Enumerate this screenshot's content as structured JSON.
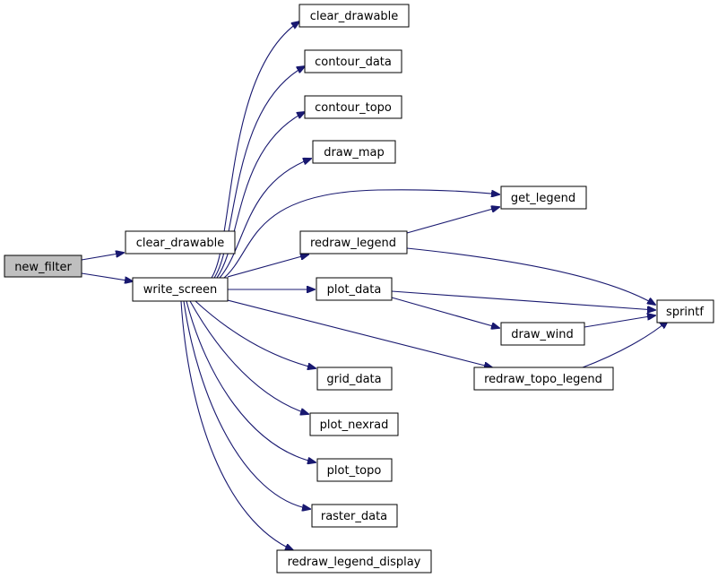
{
  "colors": {
    "node_fill": "#ffffff",
    "root_fill": "#bfbfbf",
    "node_border": "#000000",
    "edge": "#191970"
  },
  "nodes": {
    "new_filter": "new_filter",
    "clear_drawable_a": "clear_drawable",
    "write_screen": "write_screen",
    "clear_drawable_b": "clear_drawable",
    "contour_data": "contour_data",
    "contour_topo": "contour_topo",
    "draw_map": "draw_map",
    "get_legend": "get_legend",
    "redraw_legend": "redraw_legend",
    "plot_data": "plot_data",
    "sprintf": "sprintf",
    "draw_wind": "draw_wind",
    "redraw_topo_legend": "redraw_topo_legend",
    "grid_data": "grid_data",
    "plot_nexrad": "plot_nexrad",
    "plot_topo": "plot_topo",
    "raster_data": "raster_data",
    "redraw_legend_display": "redraw_legend_display"
  },
  "edges": [
    [
      "new_filter",
      "clear_drawable_a"
    ],
    [
      "new_filter",
      "write_screen"
    ],
    [
      "write_screen",
      "clear_drawable_b"
    ],
    [
      "write_screen",
      "contour_data"
    ],
    [
      "write_screen",
      "contour_topo"
    ],
    [
      "write_screen",
      "draw_map"
    ],
    [
      "write_screen",
      "get_legend"
    ],
    [
      "write_screen",
      "redraw_legend"
    ],
    [
      "write_screen",
      "plot_data"
    ],
    [
      "write_screen",
      "redraw_topo_legend"
    ],
    [
      "write_screen",
      "grid_data"
    ],
    [
      "write_screen",
      "plot_nexrad"
    ],
    [
      "write_screen",
      "plot_topo"
    ],
    [
      "write_screen",
      "raster_data"
    ],
    [
      "write_screen",
      "redraw_legend_display"
    ],
    [
      "redraw_legend",
      "get_legend"
    ],
    [
      "redraw_legend",
      "sprintf"
    ],
    [
      "plot_data",
      "sprintf"
    ],
    [
      "plot_data",
      "draw_wind"
    ],
    [
      "draw_wind",
      "sprintf"
    ],
    [
      "redraw_topo_legend",
      "sprintf"
    ]
  ]
}
